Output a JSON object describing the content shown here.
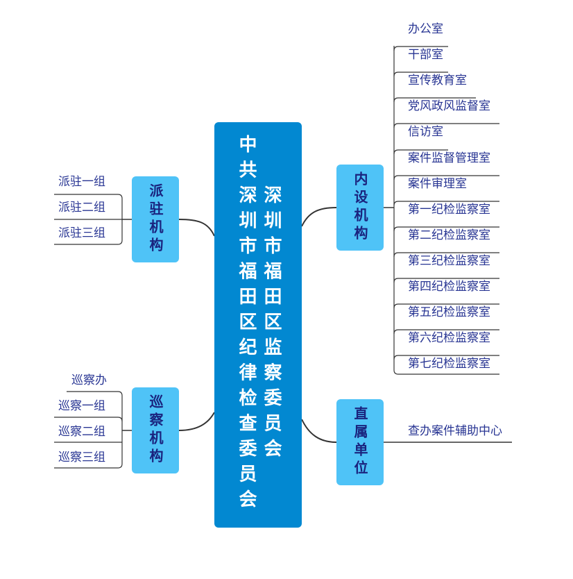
{
  "root": {
    "line1": "中共深圳市福田区纪律检查委员会",
    "line2": "深圳市福田区监察委员会"
  },
  "branches": {
    "paizhu": {
      "label": "派驻机构",
      "items": [
        "派驻一组",
        "派驻二组",
        "派驻三组"
      ]
    },
    "xuncha": {
      "label": "巡察机构",
      "items": [
        "巡察办",
        "巡察一组",
        "巡察二组",
        "巡察三组"
      ]
    },
    "neishe": {
      "label": "内设机构",
      "items": [
        "办公室",
        "干部室",
        "宣传教育室",
        "党风政风监督室",
        "信访室",
        "案件监督管理室",
        "案件审理室",
        "第一纪检监察室",
        "第二纪检监察室",
        "第三纪检监察室",
        "第四纪检监察室",
        "第五纪检监察室",
        "第六纪检监察室",
        "第七纪检监察室"
      ]
    },
    "zhishu": {
      "label": "直属单位",
      "items": [
        "查办案件辅助中心"
      ]
    }
  },
  "colors": {
    "root_bg": "#0288d1",
    "branch_bg": "#4fc3f7",
    "branch_text": "#1a237e",
    "leaf_text": "#283593",
    "line": "#333333"
  }
}
